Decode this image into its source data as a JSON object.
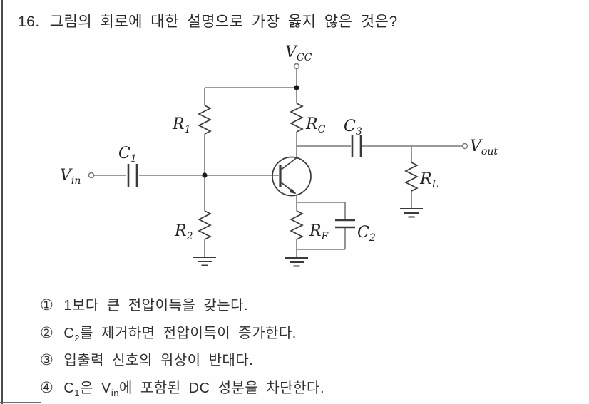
{
  "question": {
    "number": "16.",
    "title": "그림의 회로에 대한 설명으로 가장 옳지 않은 것은?"
  },
  "circuit": {
    "labels": {
      "vcc": {
        "main": "V",
        "sub": "CC"
      },
      "vin": {
        "main": "V",
        "sub": "in"
      },
      "vout": {
        "main": "V",
        "sub": "out"
      },
      "r1": {
        "main": "R",
        "sub": "1"
      },
      "r2": {
        "main": "R",
        "sub": "2"
      },
      "rc": {
        "main": "R",
        "sub": "C"
      },
      "rl": {
        "main": "R",
        "sub": "L"
      },
      "re": {
        "main": "R",
        "sub": "E"
      },
      "c1": {
        "main": "C",
        "sub": "1"
      },
      "c2": {
        "main": "C",
        "sub": "2"
      },
      "c3": {
        "main": "C",
        "sub": "3"
      }
    },
    "colors": {
      "wire": "#787878",
      "component": "#3a3a3a",
      "label": "#222222"
    }
  },
  "choices": [
    {
      "num": "①",
      "text": "1보다 큰 전압이득을 갖는다."
    },
    {
      "num": "②",
      "seg1": "C",
      "sub1": "2",
      "seg2": "를 제거하면 전압이득이 증가한다."
    },
    {
      "num": "③",
      "text": "입출력 신호의 위상이 반대다."
    },
    {
      "num": "④",
      "seg1": "C",
      "sub1": "1",
      "seg2": "은 V",
      "sub2": "in",
      "seg3": "에 포함된 DC 성분을 차단한다."
    }
  ]
}
